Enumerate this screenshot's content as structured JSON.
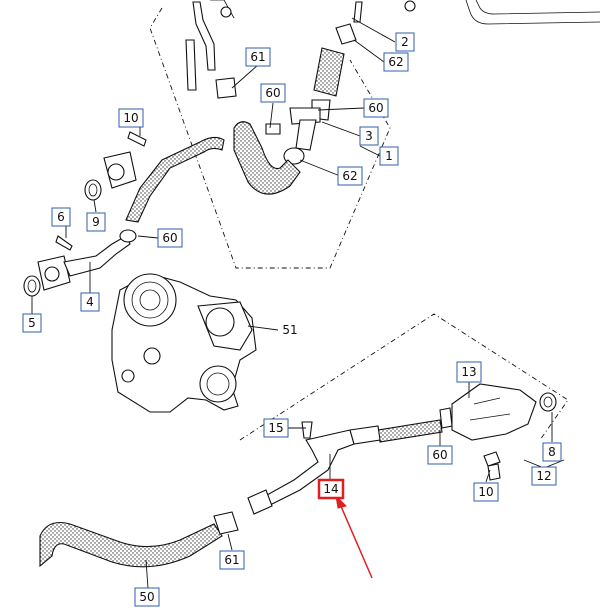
{
  "diagram": {
    "callouts": [
      {
        "id": "c2",
        "text": "2"
      },
      {
        "id": "c62a",
        "text": "62"
      },
      {
        "id": "c61a",
        "text": "61"
      },
      {
        "id": "c60a",
        "text": "60"
      },
      {
        "id": "c60b",
        "text": "60"
      },
      {
        "id": "c3",
        "text": "3"
      },
      {
        "id": "c1",
        "text": "1"
      },
      {
        "id": "c62b",
        "text": "62"
      },
      {
        "id": "c10a",
        "text": "10"
      },
      {
        "id": "c6",
        "text": "6"
      },
      {
        "id": "c9",
        "text": "9"
      },
      {
        "id": "c60c",
        "text": "60"
      },
      {
        "id": "c4",
        "text": "4"
      },
      {
        "id": "c5",
        "text": "5"
      },
      {
        "id": "c51",
        "text": "51"
      },
      {
        "id": "c13",
        "text": "13"
      },
      {
        "id": "c15",
        "text": "15"
      },
      {
        "id": "c14",
        "text": "14"
      },
      {
        "id": "c60d",
        "text": "60"
      },
      {
        "id": "c8",
        "text": "8"
      },
      {
        "id": "c12",
        "text": "12"
      },
      {
        "id": "c10b",
        "text": "10"
      },
      {
        "id": "c61b",
        "text": "61"
      },
      {
        "id": "c50",
        "text": "50"
      }
    ],
    "highlight": {
      "callout": "14",
      "arrow_color": "#e02020"
    },
    "colors": {
      "label_border": "#2f5fa8",
      "highlight": "#e02020",
      "line": "#111111"
    }
  }
}
